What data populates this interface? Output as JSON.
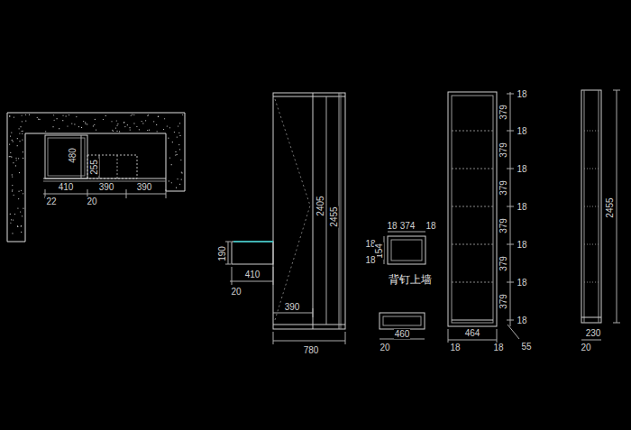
{
  "diagram": {
    "labels": [
      "480",
      "255",
      "410",
      "390",
      "390",
      "22",
      "20",
      "2405",
      "2455",
      "190",
      "410",
      "20",
      "390",
      "780",
      "18",
      "374",
      "18",
      "18",
      "154",
      "18",
      "背钉上墙",
      "460",
      "20",
      "18",
      "379",
      "18",
      "379",
      "18",
      "379",
      "18",
      "379",
      "18",
      "379",
      "18",
      "379",
      "18",
      "464",
      "18",
      "18",
      "55",
      "2455",
      "230",
      "20"
    ]
  }
}
